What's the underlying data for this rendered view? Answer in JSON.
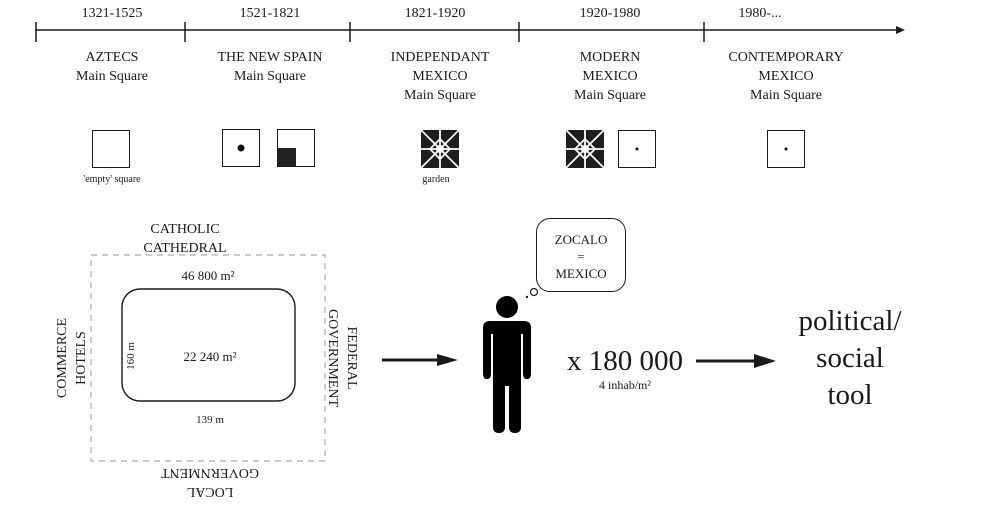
{
  "timeline": {
    "periods": [
      {
        "dates": "1321-1525",
        "title_lines": [
          "AZTECS",
          "Main Square"
        ],
        "icons": [
          "empty-square"
        ],
        "caption": "'empty' square"
      },
      {
        "dates": "1521-1821",
        "title_lines": [
          "THE NEW SPAIN",
          "Main Square"
        ],
        "icons": [
          "square-with-center-dot",
          "square-with-filled-corner"
        ],
        "caption": ""
      },
      {
        "dates": "1821-1920",
        "title_lines": [
          "INDEPENDANT",
          "MEXICO",
          "Main Square"
        ],
        "icons": [
          "garden-pattern"
        ],
        "caption": "garden"
      },
      {
        "dates": "1920-1980",
        "title_lines": [
          "MODERN",
          "MEXICO",
          "Main Square"
        ],
        "icons": [
          "garden-pattern",
          "square-with-small-dot"
        ],
        "caption": ""
      },
      {
        "dates": "1980-...",
        "title_lines": [
          "CONTEMPORARY",
          "MEXICO",
          "Main Square"
        ],
        "icons": [
          "square-with-small-dot"
        ],
        "caption": ""
      }
    ]
  },
  "plan": {
    "top_label": [
      "CATHOLIC",
      "CATHEDRAL"
    ],
    "left_label": [
      "COMMERCE",
      "HOTELS"
    ],
    "right_label": [
      "FEDERAL",
      "GOVERNMENT"
    ],
    "bottom_label": [
      "LOCAL",
      "GOVERNMENT"
    ],
    "outer_area": "46 800 m²",
    "inner_area": "22 240 m²",
    "height_dim": "160 m",
    "width_dim": "139 m"
  },
  "person": {
    "thought": [
      "ZOCALO",
      "=",
      "MEXICO"
    ]
  },
  "multiplier": {
    "value": "x 180 000",
    "density": "4 inhab/m²"
  },
  "conclusion": [
    "political/",
    "social",
    "tool"
  ]
}
